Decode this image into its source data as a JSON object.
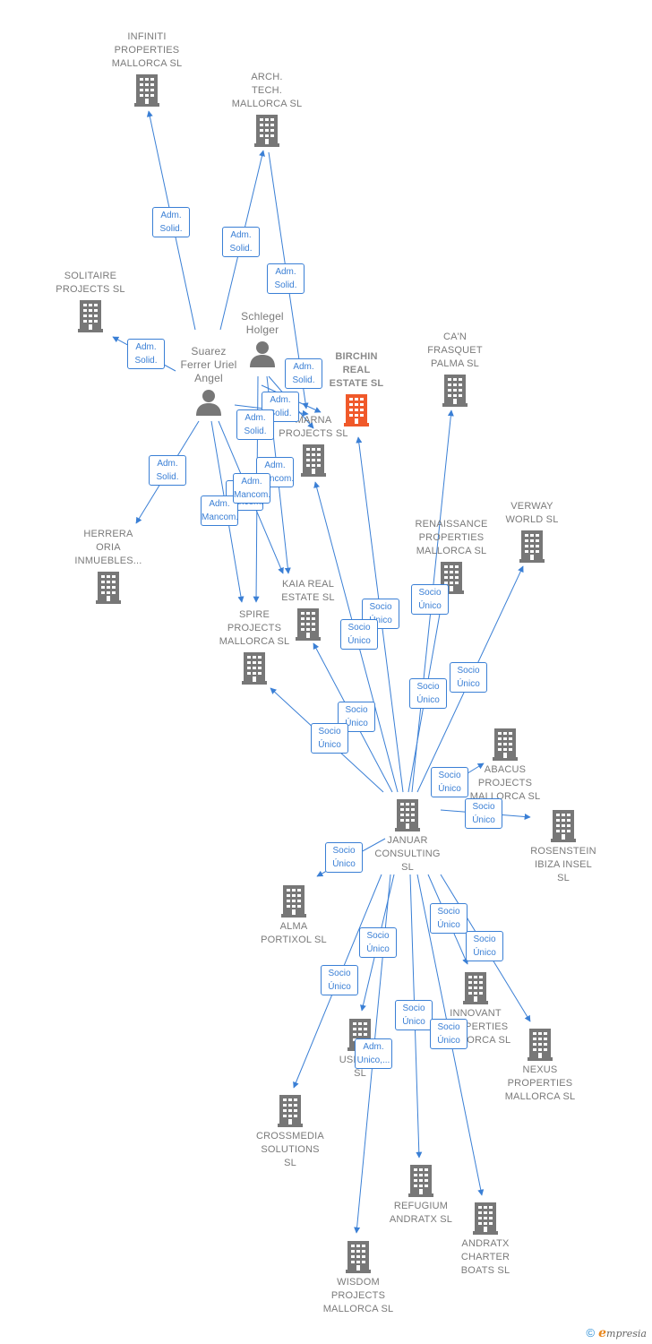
{
  "colors": {
    "edge": "#3a7fd5",
    "company": "#777777",
    "focus_company": "#f0592a",
    "person": "#777777"
  },
  "nodes": [
    {
      "id": "infiniti",
      "type": "company",
      "label": "INFINITI\nPROPERTIES\nMALLORCA  SL"
    },
    {
      "id": "arch",
      "type": "company",
      "label": "ARCH.\nTECH.\nMALLORCA SL"
    },
    {
      "id": "solitaire",
      "type": "company",
      "label": "SOLITAIRE\nPROJECTS  SL"
    },
    {
      "id": "schlegel",
      "type": "person",
      "label": "Schlegel\nHolger"
    },
    {
      "id": "suarez",
      "type": "person",
      "label": "Suarez\nFerrer Uriel\nAngel"
    },
    {
      "id": "birchin",
      "type": "focus",
      "label": "BIRCHIN\nREAL\nESTATE  SL"
    },
    {
      "id": "canfrasquet",
      "type": "company",
      "label": "CA'N\nFRASQUET\nPALMA  SL"
    },
    {
      "id": "marna",
      "type": "company",
      "label": "MARNA\nPROJECTS  SL"
    },
    {
      "id": "herrera",
      "type": "company",
      "label": "HERRERA\nORIA\nINMUEBLES..."
    },
    {
      "id": "verway",
      "type": "company",
      "label": "VERWAY\nWORLD  SL"
    },
    {
      "id": "renaissance",
      "type": "company",
      "label": "RENAISSANCE\nPROPERTIES\nMALLORCA  SL"
    },
    {
      "id": "kaia",
      "type": "company",
      "label": "KAIA REAL\nESTATE  SL"
    },
    {
      "id": "spire",
      "type": "company",
      "label": "SPIRE\nPROJECTS\nMALLORCA  SL"
    },
    {
      "id": "abacus",
      "type": "company",
      "label": "ABACUS\nPROJECTS\nMALLORCA  SL"
    },
    {
      "id": "januar",
      "type": "company",
      "label": "JANUAR\nCONSULTING\nSL"
    },
    {
      "id": "rosenstein",
      "type": "company",
      "label": "ROSENSTEIN\nIBIZA INSEL\nSL"
    },
    {
      "id": "alma",
      "type": "company",
      "label": "ALMA\nPORTIXOL  SL"
    },
    {
      "id": "innovant",
      "type": "company",
      "label": "INNOVANT\nPROPERTIES\nMALLORCA  SL"
    },
    {
      "id": "nexus",
      "type": "company",
      "label": "NEXUS\nPROPERTIES\nMALLORCA  SL"
    },
    {
      "id": "usedlo",
      "type": "company",
      "label": "USEDLO\nSL"
    },
    {
      "id": "crossmedia",
      "type": "company",
      "label": "CROSSMEDIA\nSOLUTIONS\nSL"
    },
    {
      "id": "refugium",
      "type": "company",
      "label": "REFUGIUM\nANDRATX  SL"
    },
    {
      "id": "andratx",
      "type": "company",
      "label": "ANDRATX\nCHARTER\nBOATS  SL"
    },
    {
      "id": "wisdom",
      "type": "company",
      "label": "WISDOM\nPROJECTS\nMALLORCA  SL"
    }
  ],
  "relations": [
    {
      "from": "suarez",
      "to": "infiniti",
      "label": "Adm.\nSolid."
    },
    {
      "from": "suarez",
      "to": "arch",
      "label": "Adm.\nSolid."
    },
    {
      "from": "schlegel",
      "to": "marna",
      "label": "Adm.\nSolid."
    },
    {
      "from": "suarez",
      "to": "solitaire",
      "label": "Adm.\nSolid."
    },
    {
      "from": "schlegel",
      "to": "marna",
      "label": "Adm.\nSolid."
    },
    {
      "from": "schlegel",
      "to": "marna",
      "label": "Adm.\nSolid."
    },
    {
      "from": "suarez",
      "to": "marna",
      "label": "Adm.\nSolid."
    },
    {
      "from": "suarez",
      "to": "herrera",
      "label": "Adm.\nSolid."
    },
    {
      "from": "schlegel",
      "to": "kaia",
      "label": "Adm.\nMancom."
    },
    {
      "from": "schlegel",
      "to": "spire",
      "label": "Adm.\nMancom."
    },
    {
      "from": "suarez",
      "to": "spire",
      "label": "Adm.\nMancom."
    },
    {
      "from": "suarez",
      "to": "kaia",
      "label": "Adm.\nMancom."
    },
    {
      "from": "januar",
      "to": "birchin",
      "label": "Socio\nÚnico"
    },
    {
      "from": "januar",
      "to": "marna",
      "label": "Socio\nÚnico"
    },
    {
      "from": "januar",
      "to": "canfrasquet",
      "label": "Socio\nÚnico"
    },
    {
      "from": "januar",
      "to": "verway",
      "label": "Socio\nÚnico"
    },
    {
      "from": "januar",
      "to": "renaissance",
      "label": "Socio\nÚnico"
    },
    {
      "from": "januar",
      "to": "kaia",
      "label": "Socio\nÚnico"
    },
    {
      "from": "januar",
      "to": "spire",
      "label": "Socio\nÚnico"
    },
    {
      "from": "januar",
      "to": "abacus",
      "label": "Socio\nÚnico"
    },
    {
      "from": "januar",
      "to": "rosenstein",
      "label": "Socio\nÚnico"
    },
    {
      "from": "januar",
      "to": "alma",
      "label": "Socio\nÚnico"
    },
    {
      "from": "januar",
      "to": "innovant",
      "label": "Socio\nÚnico"
    },
    {
      "from": "januar",
      "to": "nexus",
      "label": "Socio\nÚnico"
    },
    {
      "from": "januar",
      "to": "usedlo",
      "label": "Socio\nÚnico"
    },
    {
      "from": "januar",
      "to": "crossmedia",
      "label": "Socio\nÚnico"
    },
    {
      "from": "januar",
      "to": "refugium",
      "label": "Socio\nÚnico"
    },
    {
      "from": "januar",
      "to": "andratx",
      "label": "Socio\nÚnico"
    },
    {
      "from": "januar",
      "to": "wisdom",
      "label": "Adm.\nUnico,..."
    },
    {
      "from": "januar",
      "to": "spire",
      "label": "Socio\nÚnico"
    }
  ],
  "footer": {
    "copyright_symbol": "©",
    "brand_initial": "e",
    "brand_rest": "mpresia"
  }
}
